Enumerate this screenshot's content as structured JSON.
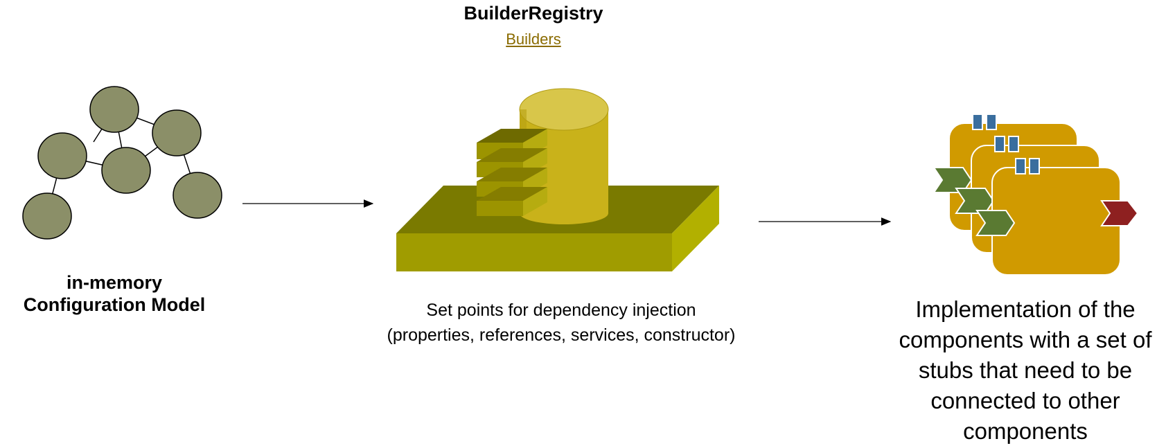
{
  "registry": {
    "title": "BuilderRegistry",
    "link": "Builders"
  },
  "model": {
    "line1": "in-memory",
    "line2": "Configuration Model"
  },
  "injection": {
    "line1": "Set points for dependency injection",
    "line2": "(properties, references, services, constructor)"
  },
  "implementation": {
    "text": "Implementation of the components with a set of stubs that need to be connected to other components"
  },
  "colors": {
    "node_fill": "#8b8f68",
    "cylinder": "#c9b21a",
    "base_top": "#7a7a00",
    "base_front": "#a09c00",
    "component": "#d09a00",
    "stub_blue": "#3a6e9e",
    "service_green": "#5a7a32",
    "reference_red": "#8e2020"
  }
}
